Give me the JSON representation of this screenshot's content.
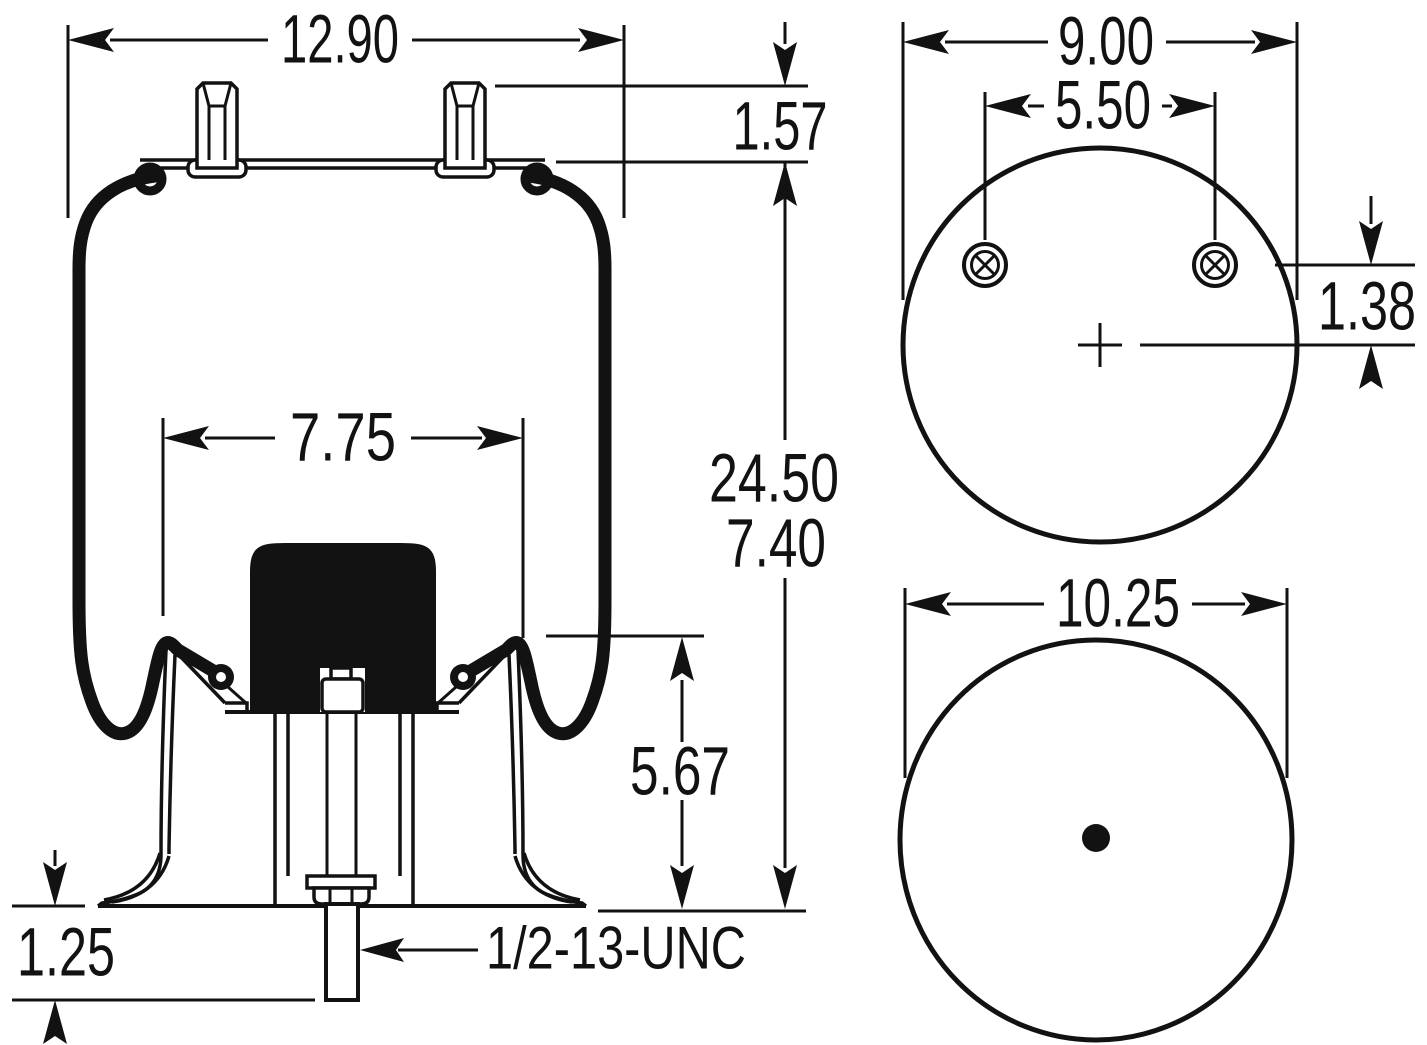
{
  "drawing": {
    "type": "air-spring-suspension-technical-drawing",
    "background_color": "#ffffff",
    "line_color": "#121212",
    "side_view": {
      "overall_width": "12.90",
      "stud_height": "1.57",
      "bumper_width": "7.75",
      "overall_height": "24.50",
      "collapsed_height": "7.40",
      "piston_height": "5.67",
      "bolt_protrusion": "1.25",
      "thread_callout": "1/2-13-UNC"
    },
    "top_view": {
      "plate_diameter": "9.00",
      "stud_spacing": "5.50",
      "stud_offset": "1.38"
    },
    "bottom_view": {
      "piston_diameter": "10.25"
    }
  }
}
